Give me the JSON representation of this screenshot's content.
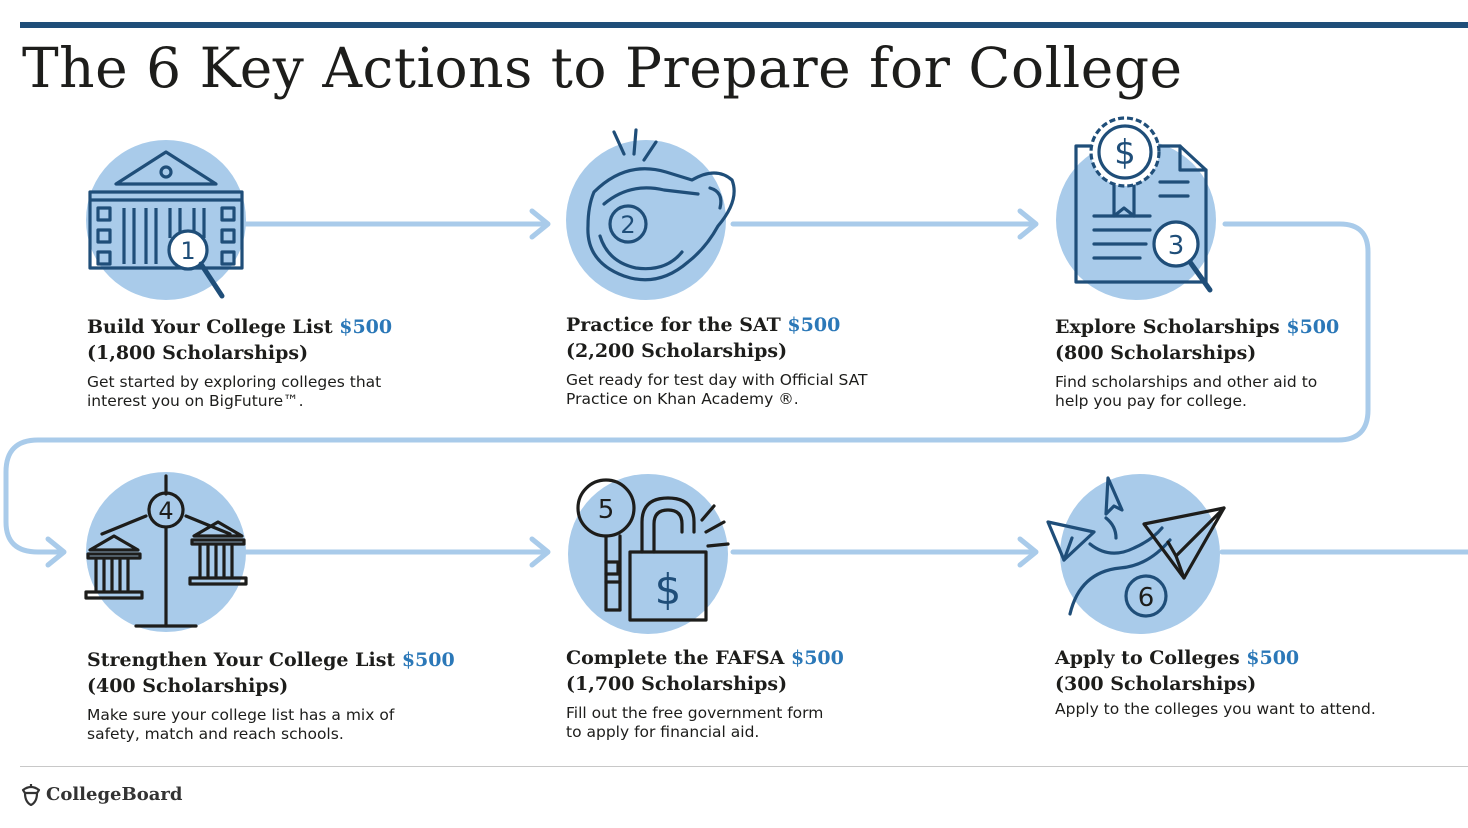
{
  "title": "The 6 Key Actions to Prepare for College",
  "accent_color": "#2b78b8",
  "circle_color": "#a9cbea",
  "connector_color": "#a9cbea",
  "steps": [
    {
      "number": "1",
      "icon": "college-building-search-icon",
      "title": "Build Your College List",
      "amount": "$500",
      "count": "(1,800 Scholarships)",
      "desc_line1": "Get started by exploring colleges that",
      "desc_line2": "interest you on BigFuture™."
    },
    {
      "number": "2",
      "icon": "whistle-icon",
      "title": "Practice for the SAT",
      "amount": "$500",
      "count": "(2,200 Scholarships)",
      "desc_line1": "Get ready for test day with Official SAT",
      "desc_line2": "Practice on Khan Academy ®."
    },
    {
      "number": "3",
      "icon": "scholarship-certificate-icon",
      "title": "Explore Scholarships",
      "amount": "$500",
      "count": "(800 Scholarships)",
      "desc_line1": "Find scholarships and other aid to",
      "desc_line2": "help you pay for college."
    },
    {
      "number": "4",
      "icon": "balance-scale-colleges-icon",
      "title": "Strengthen Your College List",
      "amount": "$500",
      "count": "(400 Scholarships)",
      "desc_line1": "Make sure your college list has a mix of",
      "desc_line2": "safety, match and reach schools."
    },
    {
      "number": "5",
      "icon": "key-and-lock-icon",
      "title": "Complete the FAFSA",
      "amount": "$500",
      "count": "(1,700 Scholarships)",
      "desc_line1": "Fill out the free government form",
      "desc_line2": "to apply for financial aid."
    },
    {
      "number": "6",
      "icon": "paper-planes-icon",
      "title": "Apply to Colleges",
      "amount": "$500",
      "count": "(300 Scholarships)",
      "desc_line1": "Apply to the colleges you want to attend.",
      "desc_line2": ""
    }
  ],
  "footer": {
    "logo_text": "CollegeBoard",
    "logo_icon": "acorn-icon"
  }
}
